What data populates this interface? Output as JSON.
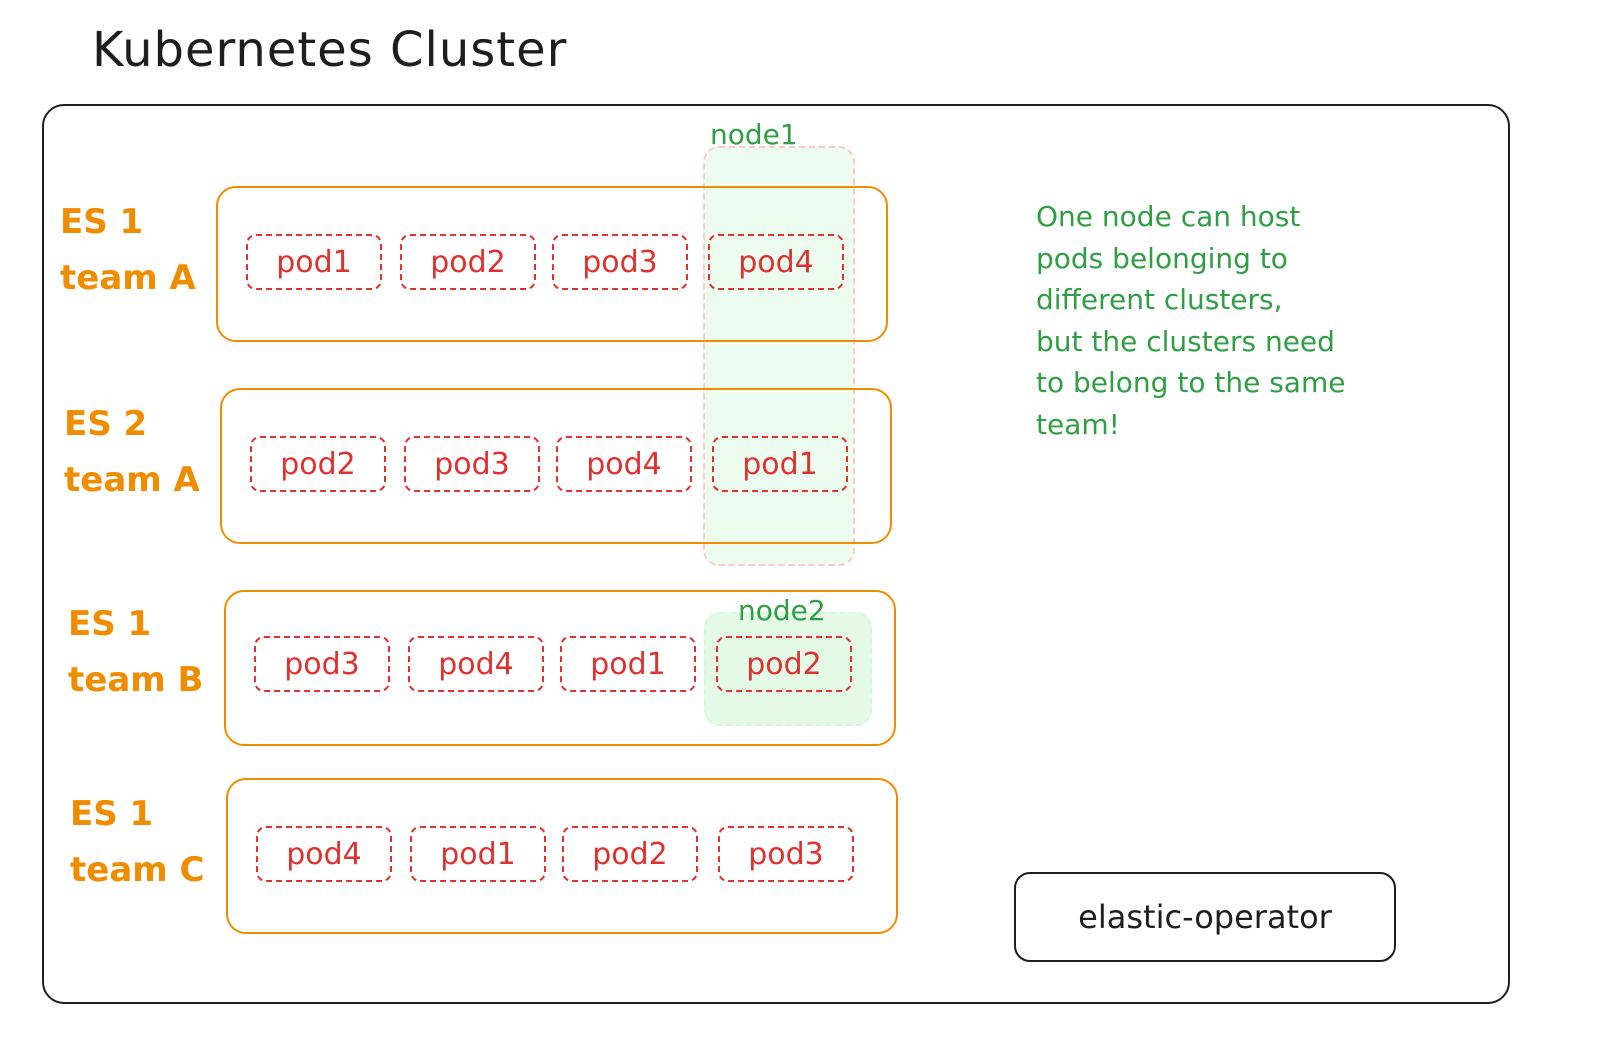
{
  "title": "Kubernetes Cluster",
  "nodes": [
    {
      "label": "node1"
    },
    {
      "label": "node2"
    }
  ],
  "es_clusters": [
    {
      "name": "ES 1",
      "team": "team A",
      "pods": [
        "pod1",
        "pod2",
        "pod3",
        "pod4"
      ]
    },
    {
      "name": "ES 2",
      "team": "team A",
      "pods": [
        "pod2",
        "pod3",
        "pod4",
        "pod1"
      ]
    },
    {
      "name": "ES 1",
      "team": "team B",
      "pods": [
        "pod3",
        "pod4",
        "pod1",
        "pod2"
      ]
    },
    {
      "name": "ES 1",
      "team": "team C",
      "pods": [
        "pod4",
        "pod1",
        "pod2",
        "pod3"
      ]
    }
  ],
  "note_lines": [
    "One node can host",
    "pods belonging to",
    "different clusters,",
    "but the clusters need",
    "to belong to the same",
    "team!"
  ],
  "operator_label": "elastic-operator",
  "colors": {
    "es_cluster": "#f08c00",
    "pod": "#e03131",
    "node": "#2f9e44",
    "outline": "#1e1e1e"
  }
}
